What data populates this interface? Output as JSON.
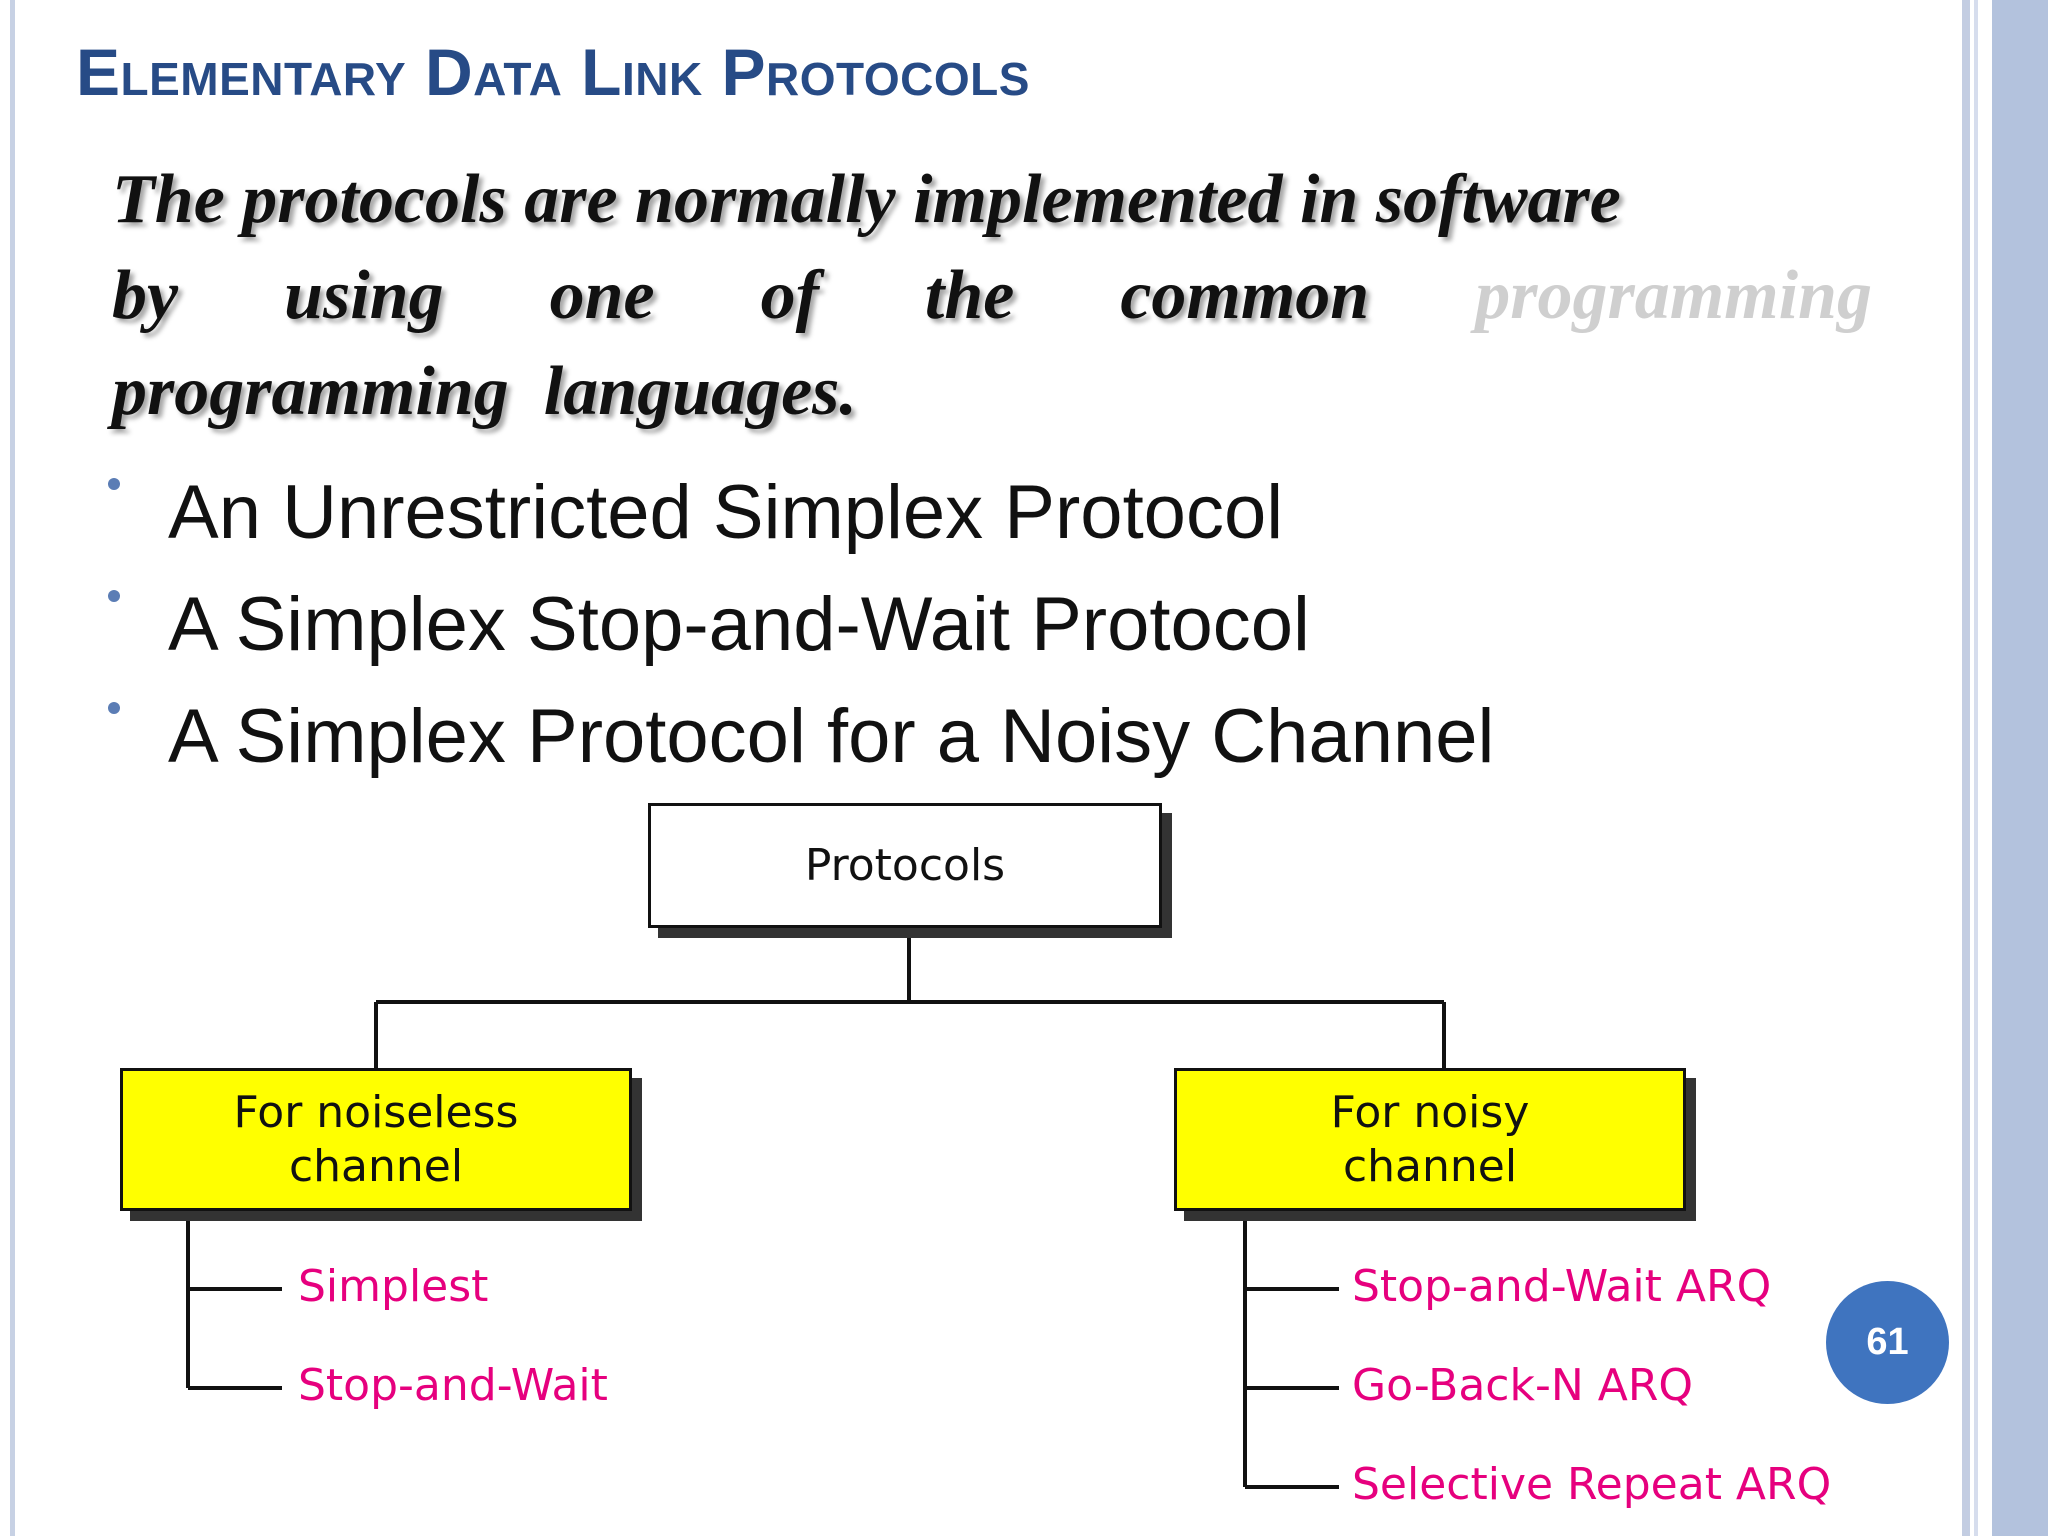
{
  "slide": {
    "title": "Elementary Data Link  Protocols",
    "intro": {
      "line1": "The protocols are normally implemented in software",
      "line2_words": [
        "by",
        "using",
        "one",
        "of",
        "the",
        "common"
      ],
      "line2_ghost": "programming",
      "line3": "programming  languages."
    },
    "bullets": [
      "An Unrestricted Simplex Protocol",
      "A Simplex Stop-and-Wait Protocol",
      "A Simplex Protocol for a Noisy Channel"
    ],
    "page_number": "61"
  },
  "diagram": {
    "root": "Protocols",
    "left": {
      "line1": "For noiseless",
      "line2": "channel",
      "items": [
        "Simplest",
        "Stop-and-Wait"
      ]
    },
    "right": {
      "line1": "For noisy",
      "line2": "channel",
      "items": [
        "Stop-and-Wait ARQ",
        "Go-Back-N ARQ",
        "Selective Repeat ARQ"
      ]
    }
  },
  "colors": {
    "title": "#274b86",
    "category_fill": "#ffff00",
    "protocol_text": "#e6007e",
    "badge": "#3f74bf"
  }
}
